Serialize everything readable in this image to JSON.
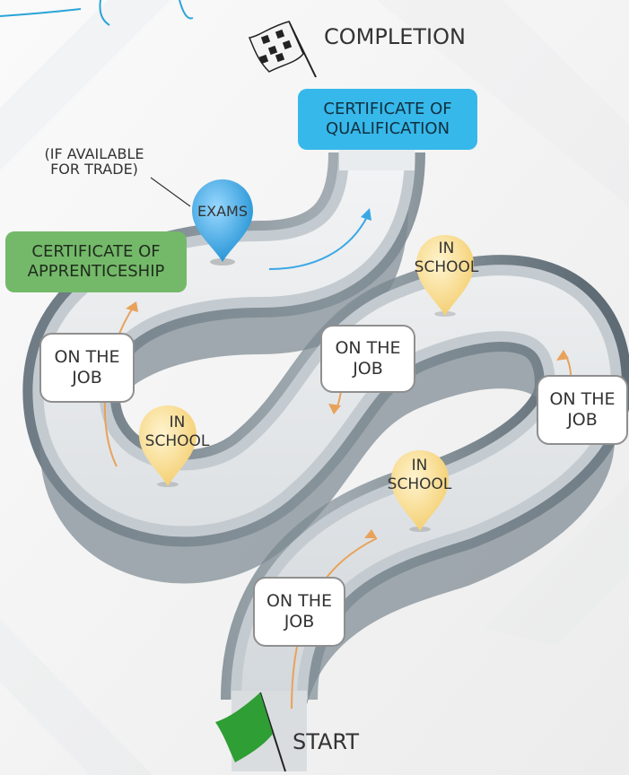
{
  "labels": {
    "completion": "COMPLETION",
    "start": "START",
    "certificate_of_qualification": "CERTIFICATE OF\nQUALIFICATION",
    "certificate_of_apprenticeship": "CERTIFICATE OF\nAPPRENTICESHIP",
    "exams": "EXAMS",
    "if_available": "(IF AVAILABLE\nFOR TRADE)",
    "on_the_job_1": "ON THE\nJOB",
    "on_the_job_2": "ON THE\nJOB",
    "on_the_job_3": "ON THE\nJOB",
    "on_the_job_4": "ON THE\nJOB",
    "in_school_1": "IN\nSCHOOL",
    "in_school_2": "IN\nSCHOOL",
    "in_school_3": "IN\nSCHOOL"
  },
  "colors": {
    "road_top": "#e6e9ec",
    "road_side": "#7f8c95",
    "flow_arrow": "#e8a25a",
    "exam_pin": "#3aa7e6",
    "school_pin": "#f7d780",
    "certificate_green": "#74b96a",
    "certificate_blue": "#37b8ea",
    "start_flag": "#2f9e34"
  }
}
